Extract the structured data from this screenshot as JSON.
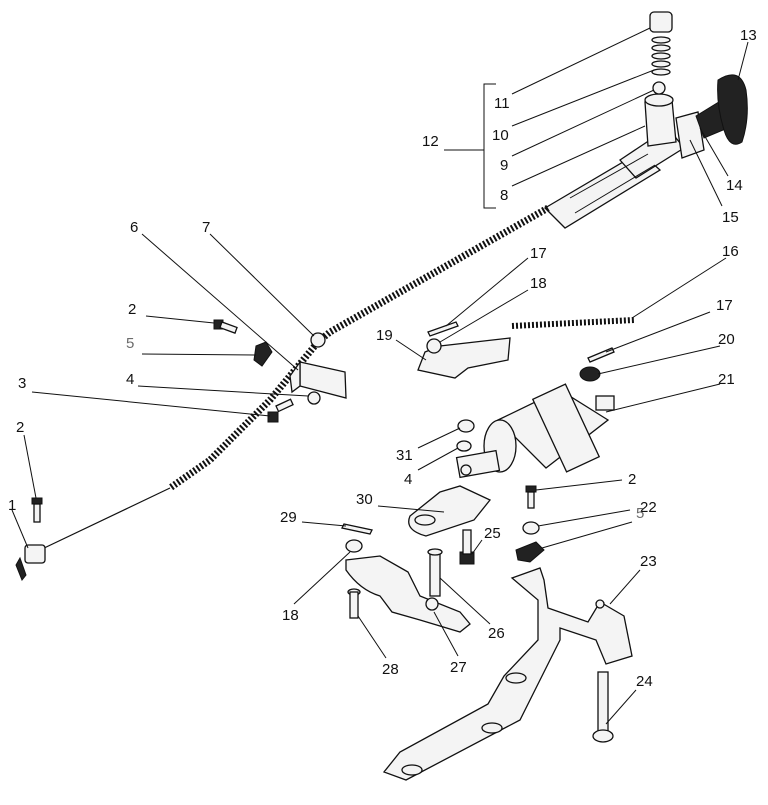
{
  "bracket_label": "12",
  "callouts": [
    {
      "id": "c1",
      "text": "1"
    },
    {
      "id": "c2a",
      "text": "2"
    },
    {
      "id": "c2b",
      "text": "2"
    },
    {
      "id": "c2c",
      "text": "2"
    },
    {
      "id": "c3",
      "text": "3"
    },
    {
      "id": "c4a",
      "text": "4"
    },
    {
      "id": "c4b",
      "text": "4"
    },
    {
      "id": "c5a",
      "text": "5"
    },
    {
      "id": "c5b",
      "text": "5"
    },
    {
      "id": "c6",
      "text": "6"
    },
    {
      "id": "c7",
      "text": "7"
    },
    {
      "id": "c8",
      "text": "8"
    },
    {
      "id": "c9",
      "text": "9"
    },
    {
      "id": "c10",
      "text": "10"
    },
    {
      "id": "c11",
      "text": "11"
    },
    {
      "id": "c13",
      "text": "13"
    },
    {
      "id": "c14",
      "text": "14"
    },
    {
      "id": "c15",
      "text": "15"
    },
    {
      "id": "c16",
      "text": "16"
    },
    {
      "id": "c17a",
      "text": "17"
    },
    {
      "id": "c17b",
      "text": "17"
    },
    {
      "id": "c18a",
      "text": "18"
    },
    {
      "id": "c18b",
      "text": "18"
    },
    {
      "id": "c19",
      "text": "19"
    },
    {
      "id": "c20",
      "text": "20"
    },
    {
      "id": "c21",
      "text": "21"
    },
    {
      "id": "c22",
      "text": "22"
    },
    {
      "id": "c23",
      "text": "23"
    },
    {
      "id": "c24",
      "text": "24"
    },
    {
      "id": "c25",
      "text": "25"
    },
    {
      "id": "c26",
      "text": "26"
    },
    {
      "id": "c27",
      "text": "27"
    },
    {
      "id": "c28",
      "text": "28"
    },
    {
      "id": "c29",
      "text": "29"
    },
    {
      "id": "c30",
      "text": "30"
    },
    {
      "id": "c31",
      "text": "31"
    }
  ]
}
